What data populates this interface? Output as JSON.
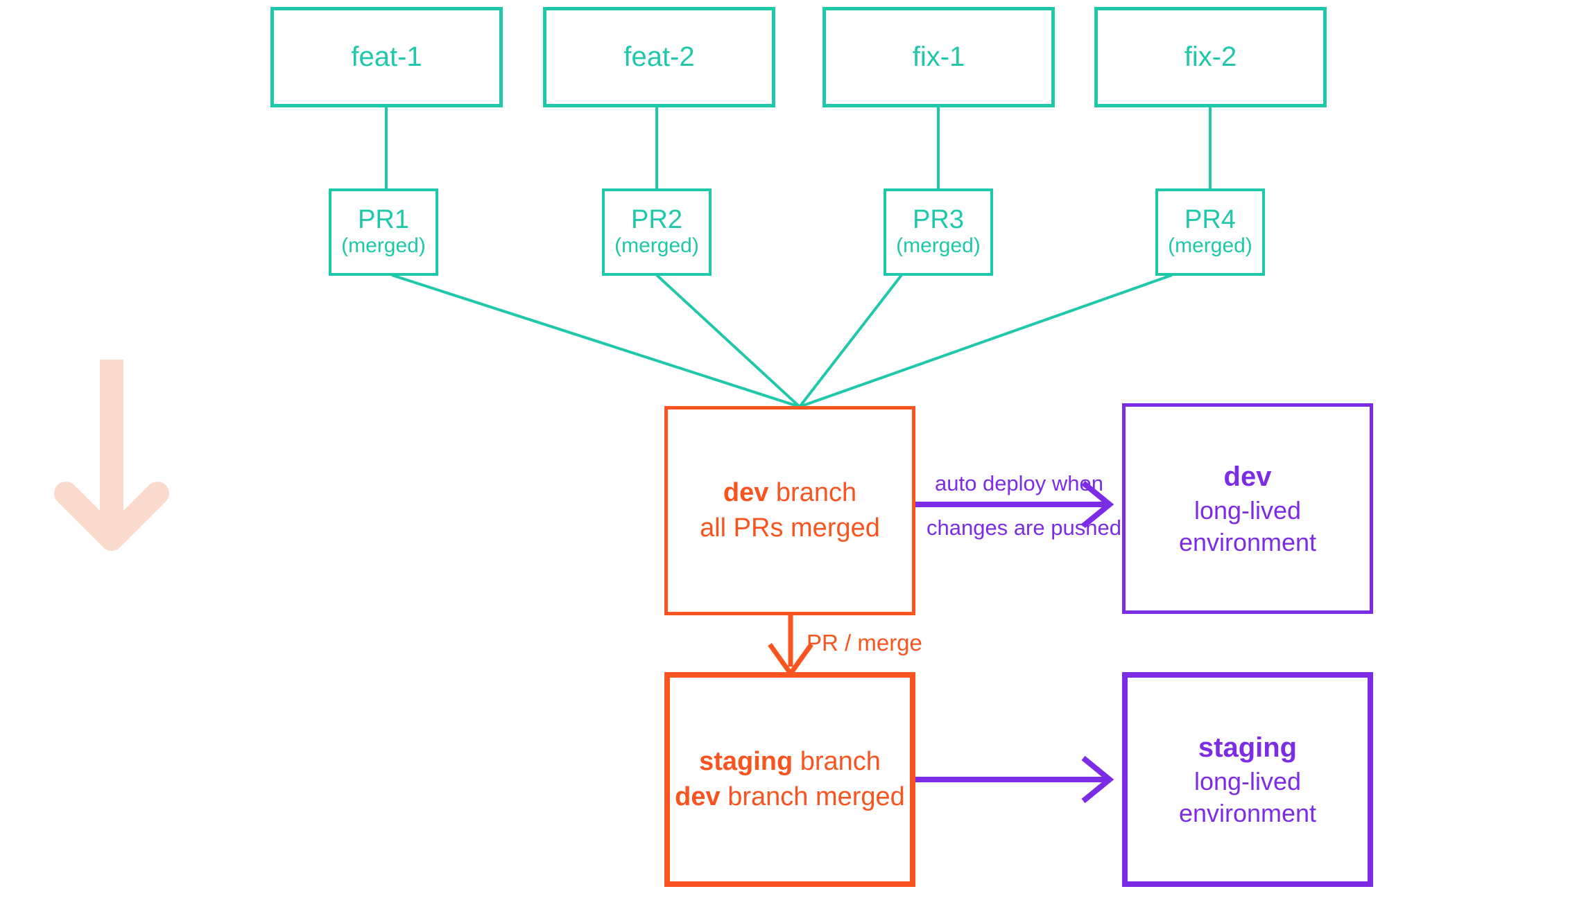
{
  "diagram": {
    "title": "git branching and environment deployment flow",
    "colors": {
      "teal": "#1FC8A9",
      "orange": "#F9541F",
      "purple": "#7C2CE5",
      "pink": "#FBDACE",
      "background": "#FFFFFF"
    }
  },
  "feature_branches": [
    {
      "label": "feat-1"
    },
    {
      "label": "feat-2"
    },
    {
      "label": "fix-1"
    },
    {
      "label": "fix-2"
    }
  ],
  "pull_requests": [
    {
      "title": "PR1",
      "status": "(merged)"
    },
    {
      "title": "PR2",
      "status": "(merged)"
    },
    {
      "title": "PR3",
      "status": "(merged)"
    },
    {
      "title": "PR4",
      "status": "(merged)"
    }
  ],
  "git_branches": [
    {
      "name_bold": "dev",
      "name_rest": " branch",
      "detail_bold": "",
      "detail_rest": "all PRs merged"
    },
    {
      "name_bold": "staging",
      "name_rest": " branch",
      "detail_bold": "dev",
      "detail_rest": " branch merged"
    }
  ],
  "environments": [
    {
      "name": "dev",
      "line1": "long-lived",
      "line2": "environment"
    },
    {
      "name": "staging",
      "line1": "long-lived",
      "line2": "environment"
    }
  ],
  "edge_labels": {
    "auto_deploy_top": "auto deploy when",
    "auto_deploy_bottom": "changes are pushed",
    "pr_merge": "PR / merge"
  },
  "decoration": {
    "flow_arrow": "down-arrow"
  }
}
